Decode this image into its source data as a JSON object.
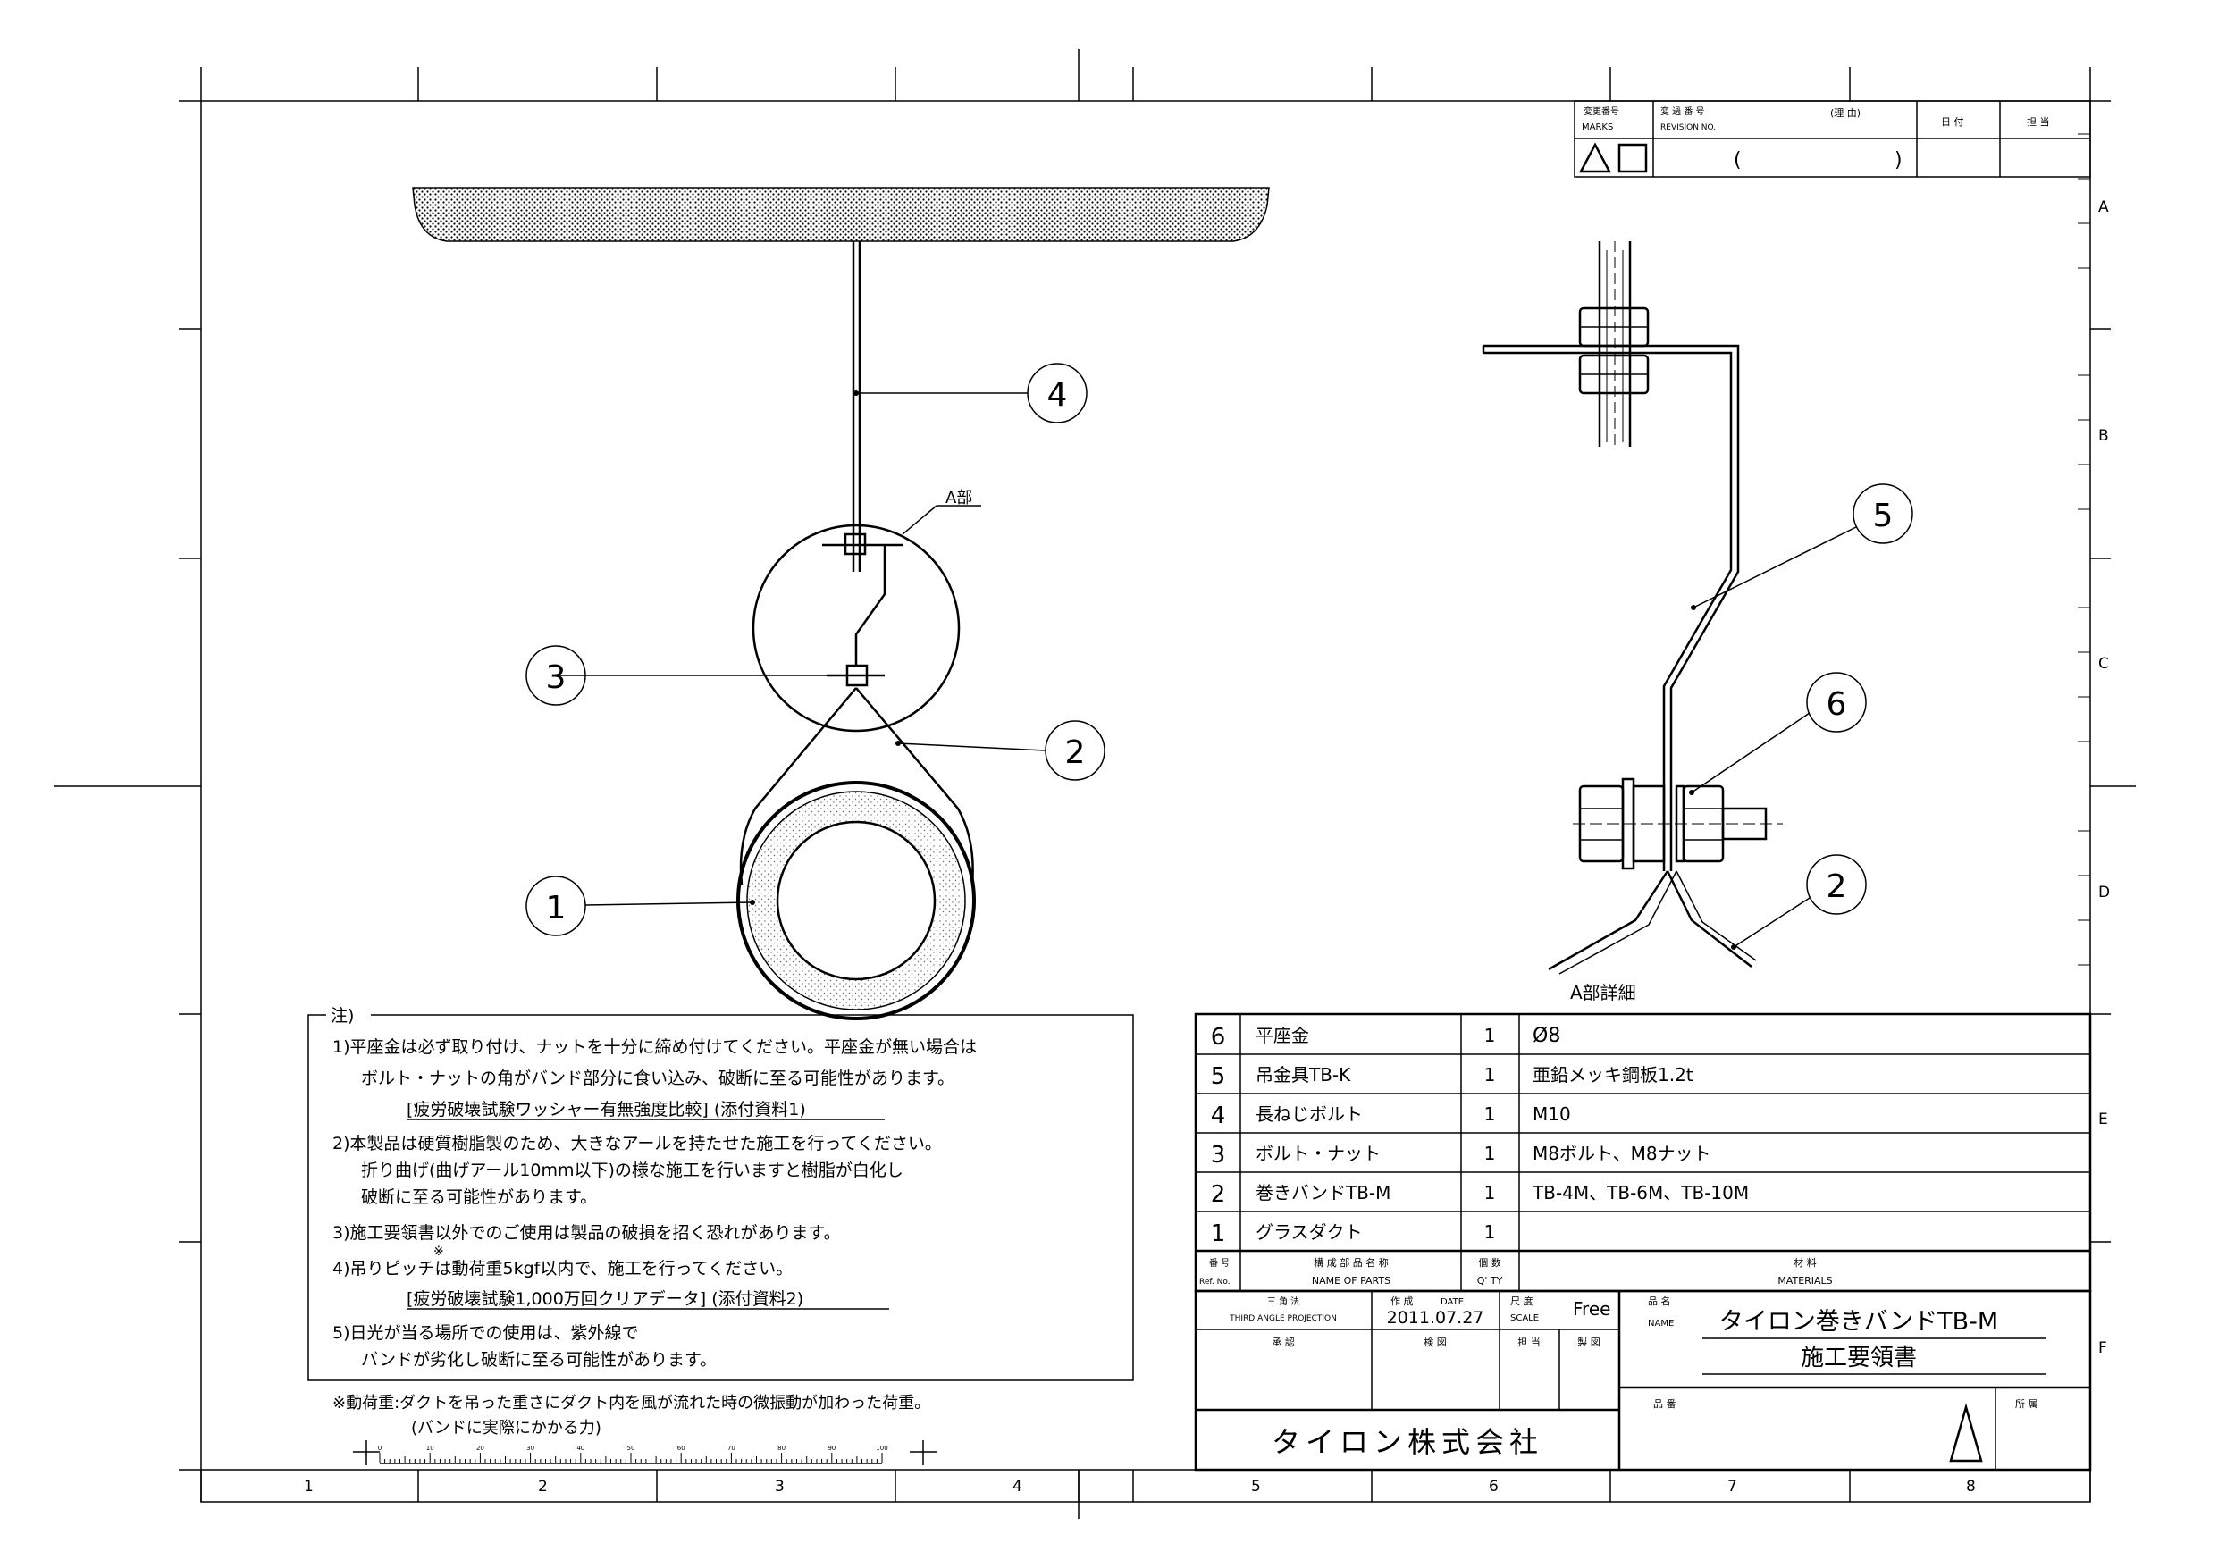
{
  "revision_block": {
    "marks_label_jp": "変更番号",
    "marks_label_en": "MARKS",
    "revision_label_jp": "変 過 番 号",
    "revision_label_en": "REVISION NO.",
    "reason_label": "(理 由)",
    "date_label": "日 付",
    "person_label": "担 当",
    "paren_open": "(",
    "paren_close": ")"
  },
  "zone_letters": [
    "A",
    "B",
    "C",
    "D",
    "E",
    "F"
  ],
  "zone_numbers": [
    "1",
    "2",
    "3",
    "4",
    "5",
    "6",
    "7",
    "8"
  ],
  "drawing": {
    "balloons": [
      "1",
      "2",
      "3",
      "4",
      "5",
      "6",
      "2"
    ],
    "a_part_label": "A部",
    "a_detail_label": "A部詳細"
  },
  "notes": {
    "header": "注)",
    "lines": [
      "1)平座金は必ず取り付け、ナットを十分に締め付けてください。平座金が無い場合は",
      "ボルト・ナットの角がバンド部分に食い込み、破断に至る可能性があります。",
      "[疲労破壊試験ワッシャー有無強度比較] (添付資料1)",
      "2)本製品は硬質樹脂製のため、大きなアールを持たせた施工を行ってください。",
      "折り曲げ(曲げアール10mm以下)の様な施工を行いますと樹脂が白化し",
      "破断に至る可能性があります。",
      "3)施工要領書以外でのご使用は製品の破損を招く恐れがあります。",
      "4)吊りピッチは動荷重5kgf以内で、施工を行ってください。",
      "[疲労破壊試験1,000万回クリアデータ] (添付資料2)",
      "5)日光が当る場所での使用は、紫外線で",
      "バンドが劣化し破断に至る可能性があります。"
    ],
    "asterisk": "※",
    "footnote_1": "※動荷重:ダクトを吊った重さにダクト内を風が流れた時の微振動が加わった荷重。",
    "footnote_2": "(バンドに実際にかかる力)"
  },
  "scale_ruler": {
    "labels": [
      "0",
      "10",
      "20",
      "30",
      "40",
      "50",
      "60",
      "70",
      "80",
      "90",
      "100"
    ]
  },
  "parts_table": {
    "rows": [
      {
        "no": "6",
        "name": "平座金",
        "qty": "1",
        "material": "Ø8"
      },
      {
        "no": "5",
        "name": "吊金具TB-K",
        "qty": "1",
        "material": "亜鉛メッキ鋼板1.2t"
      },
      {
        "no": "4",
        "name": "長ねじボルト",
        "qty": "1",
        "material": "M10"
      },
      {
        "no": "3",
        "name": "ボルト・ナット",
        "qty": "1",
        "material": "M8ボルト、M8ナット"
      },
      {
        "no": "2",
        "name": "巻きバンドTB-M",
        "qty": "1",
        "material": "TB-4M、TB-6M、TB-10M"
      },
      {
        "no": "1",
        "name": "グラスダクト",
        "qty": "1",
        "material": ""
      }
    ],
    "header": {
      "no_jp": "番 号",
      "no_en": "Ref. No.",
      "name_jp": "構 成 部 品 名 称",
      "name_en": "NAME OF PARTS",
      "qty_jp": "個 数",
      "qty_en": "Q' TY",
      "mat_jp": "材 料",
      "mat_en": "MATERIALS"
    }
  },
  "title_block": {
    "projection_jp": "三 角 法",
    "projection_en": "THIRD ANGLE PROJECTION",
    "date_label_jp": "作 成",
    "date_label_en": "DATE",
    "date": "2011.07.27",
    "scale_label_jp": "尺 度",
    "scale_label_en": "SCALE",
    "scale": "Free",
    "approval": "承 認",
    "check": "検 図",
    "person": "担 当",
    "draft": "製 図",
    "name_label_jp": "品 名",
    "name_label_en": "NAME",
    "product_name": "タイロン巻きバンドTB-M",
    "document_type": "施工要領書",
    "part_number_label": "品 番",
    "dept_label": "所 属",
    "company": "タイロン株式会社"
  }
}
